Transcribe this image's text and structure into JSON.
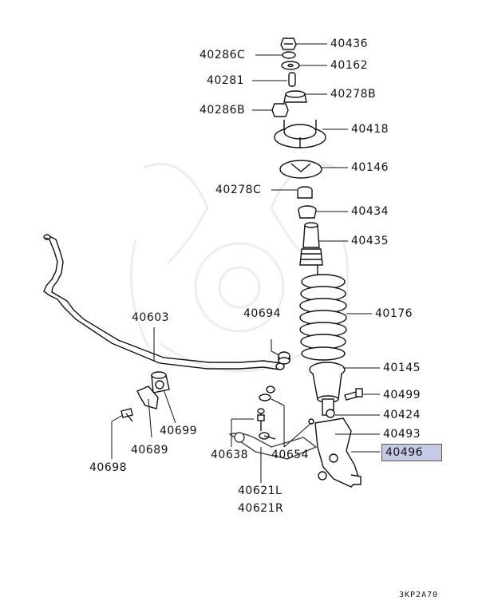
{
  "parts": {
    "p40436": "40436",
    "p40286C": "40286C",
    "p40162": "40162",
    "p40281": "40281",
    "p40278B": "40278B",
    "p40286B": "40286B",
    "p40418": "40418",
    "p40146": "40146",
    "p40278C": "40278C",
    "p40434": "40434",
    "p40435": "40435",
    "p40176": "40176",
    "p40603": "40603",
    "p40694": "40694",
    "p40145": "40145",
    "p40499": "40499",
    "p40424": "40424",
    "p40493": "40493",
    "p40496": "40496",
    "p40699": "40699",
    "p40698": "40698",
    "p40689": "40689",
    "p40638": "40638",
    "p40654": "40654",
    "p40621L": "40621L",
    "p40621R": "40621R"
  },
  "highlight_color": "#c5cbe6",
  "diagram_code": "3KP2A70"
}
